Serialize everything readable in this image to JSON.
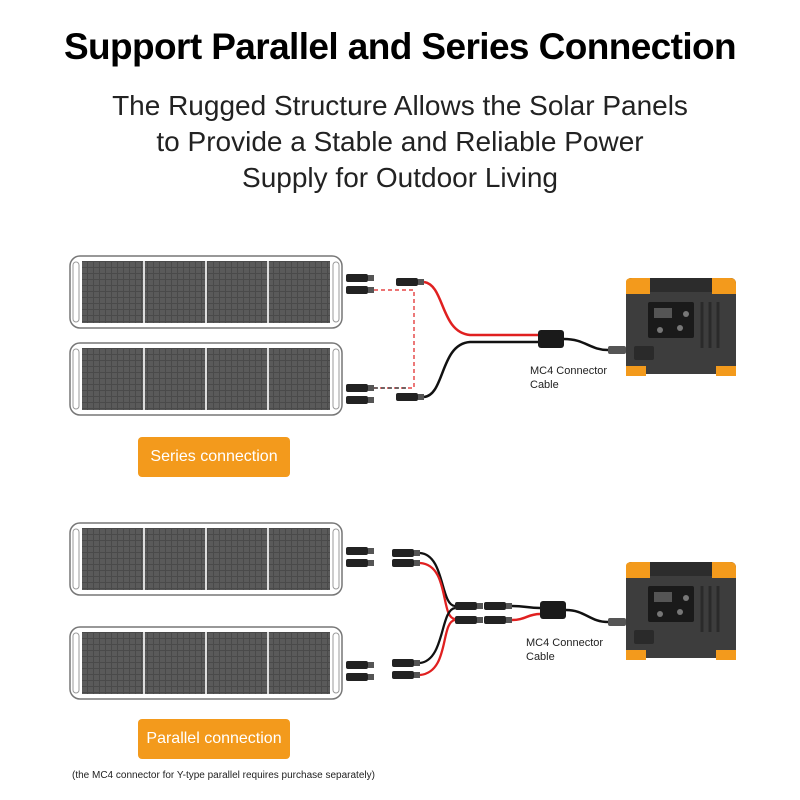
{
  "header": {
    "title": "Support Parallel and Series Connection",
    "subtitle_lines": [
      "The Rugged Structure Allows the Solar Panels",
      "to Provide a Stable and Reliable Power",
      "Supply for Outdoor Living"
    ]
  },
  "series": {
    "badge": "Series connection",
    "cable_label_lines": [
      "MC4 Connector",
      "Cable"
    ]
  },
  "parallel": {
    "badge": "Parallel connection",
    "cable_label_lines": [
      "MC4 Connector",
      "Cable"
    ]
  },
  "footnote": "(the MC4 connector for Y-type parallel requires purchase separately)",
  "colors": {
    "accent": "#f39a1c",
    "cable_red": "#e02020",
    "cable_black": "#111111",
    "panel_cell": "#4a4a4a",
    "station_body": "#3d3d3d"
  }
}
